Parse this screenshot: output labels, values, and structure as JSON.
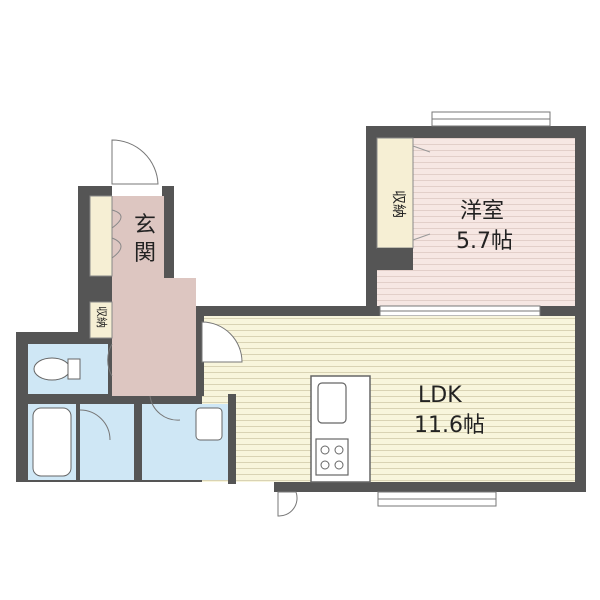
{
  "floor_plan": {
    "rooms": {
      "western_room": {
        "name": "洋室",
        "size": "5.7帖"
      },
      "ldk": {
        "name": "LDK",
        "size": "11.6帖"
      },
      "entrance": {
        "name": "玄関"
      },
      "storage_bedroom": {
        "name": "収納"
      },
      "storage_hall": {
        "name": "収納"
      }
    },
    "colors": {
      "wall": "#555555",
      "bedroom_floor": "#f6e7e3",
      "ldk_floor": "#f8f5dc",
      "entrance_floor": "#ddc6c1",
      "wet_area": "#cfe7f5",
      "closet": "#f6efd4",
      "board_line": "#c9c3a8"
    }
  }
}
